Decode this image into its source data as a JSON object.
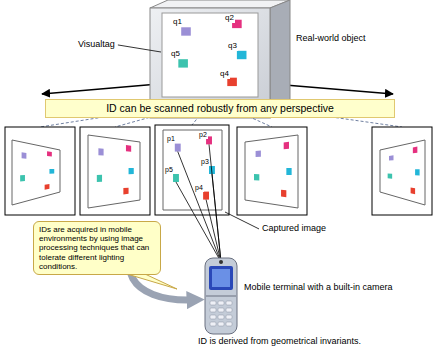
{
  "diagram": {
    "nodes": [
      {
        "text": [
          "ID can be scanned robustly from any perspective"
        ]
      },
      {
        "text": [
          "IDs are acquired in mobile environments by using image processing techniques that can tolerate different lighting conditions."
        ]
      }
    ],
    "labels": [
      "Real-world object",
      "Visualtag",
      "q1",
      "q2",
      "q3",
      "q4",
      "q5",
      "Captured image",
      "p1",
      "p2",
      "p3",
      "p4",
      "p5",
      "Mobile terminal with a built-in camera",
      "ID is derived from geometrical invariants."
    ]
  }
}
